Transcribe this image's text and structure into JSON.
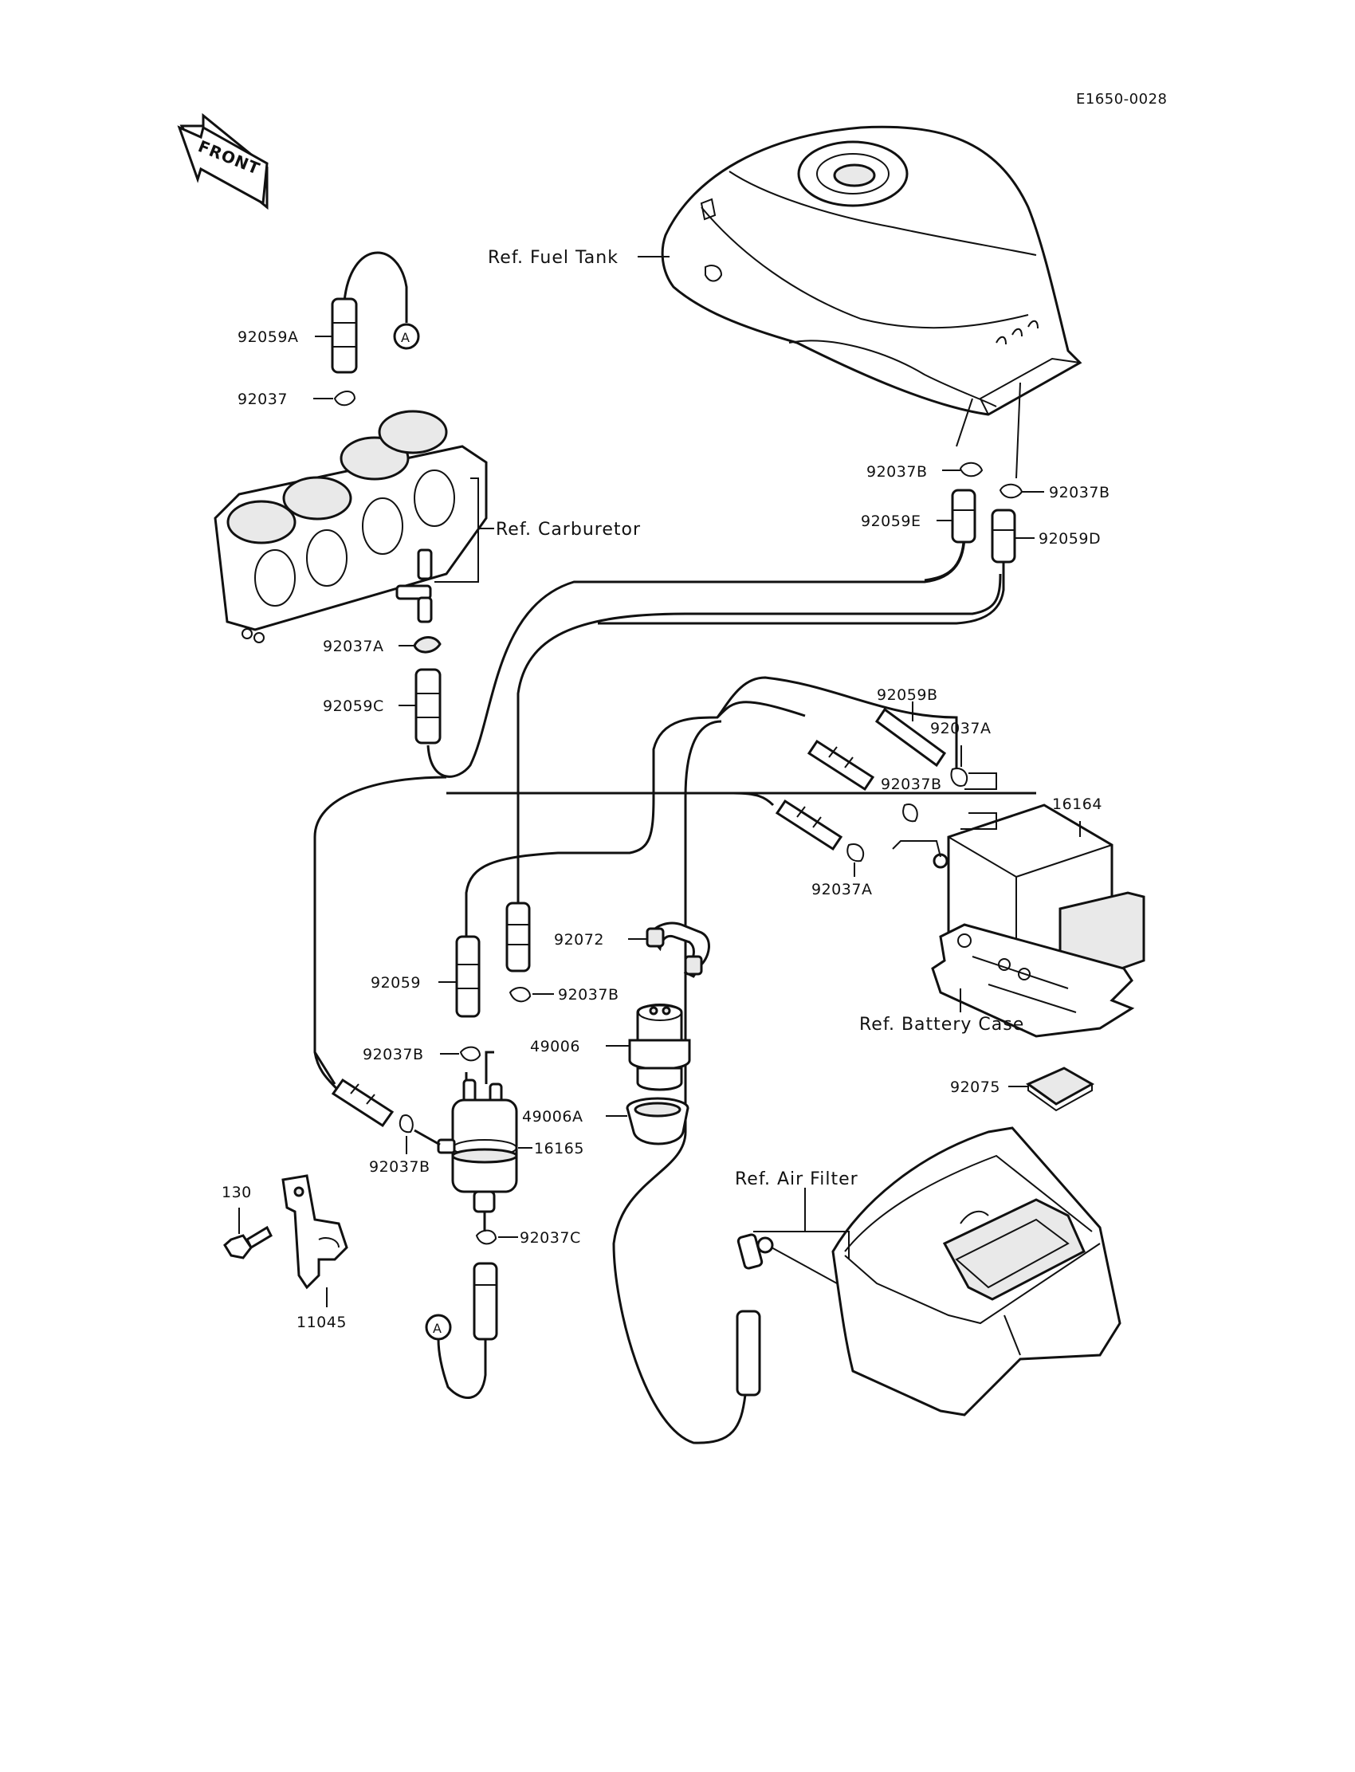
{
  "diagram_code": "E1650-0028",
  "front_arrow": "FRONT",
  "refs": {
    "fuel_tank": "Ref. Fuel Tank",
    "carburetor": "Ref. Carburetor",
    "battery_case": "Ref. Battery Case",
    "air_filter": "Ref. Air Filter"
  },
  "connector_marker": "A",
  "parts": {
    "p92059A": "92059A",
    "p92037": "92037",
    "p92037A_1": "92037A",
    "p92059C": "92059C",
    "p92037B_tank_l": "92037B",
    "p92037B_tank_r": "92037B",
    "p92059E": "92059E",
    "p92059D": "92059D",
    "p92059B": "92059B",
    "p92037A_2": "92037A",
    "p92037B_canister": "92037B",
    "p16164": "16164",
    "p92037A_3": "92037A",
    "p92072": "92072",
    "p92059": "92059",
    "p92037B_pump_top": "92037B",
    "p92037B_pump_left": "92037B",
    "p49006": "49006",
    "p49006A": "49006A",
    "p16165": "16165",
    "p92037B_pump_bottom": "92037B",
    "p92037C": "92037C",
    "p130": "130",
    "p11045": "11045",
    "p92075": "92075"
  }
}
